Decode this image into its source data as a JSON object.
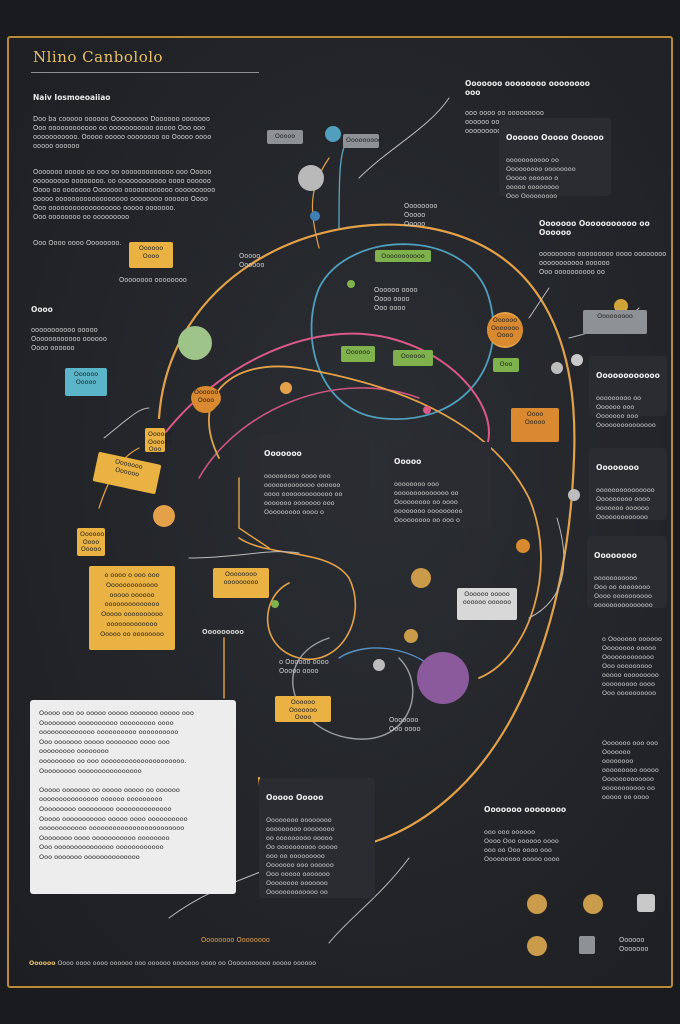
{
  "title": "Nlino Canbololo",
  "intro": {
    "heading": "Naiv Iosmoeoaiiao",
    "p1": "Doo ba cooooo oooooo Ooooooooo Doooooo ooooooo\nOoo oooooooooooo oo ooooooooooo ooooo Ooo ooo\nooooooooooo. Ooooo ooooo oooooooo oo Ooooo oooo\nooooo oooooo",
    "p2": "Ooooooo ooooo oo ooo oo ooooooooooooo ooo Ooooo\nooooooooo oooooooo. oo oooooooooooo oooo oooooo\nOooo oo ooooooo Ooooooo oooooooooooo oooooooooo\nooooo oooooooooooooooooo oooooooo oooooo Oooo\nOoo oooooooooooooooooo ooooo ooooooo.\nOoo oooooooo oo ooooooooo",
    "p3": "Ooo Oooo oooo Oooooooo."
  },
  "top_right": {
    "heading": "Ooooooo oooooooo oooooooo ooo",
    "text": "ooo oooo oo ooooooooo\noooooo ooooooooo oo oooooo\nooooooooo ooooooo ooo"
  },
  "tr_panel": {
    "heading": "Oooooo Ooooo Oooooo",
    "text": "ooooooooooo oo\nOoooooooo oooooooo\nOoooo oooooo o\nooooo oooooooo\nOoo Ooooooooo"
  },
  "right_header": {
    "heading": "Ooooooo Ooooooooooo oo Oooooo",
    "text": "ooooooooo ooooooooo oooo oooooooo\nooooooooooo oooooo\nOoo oooooooooo oo"
  },
  "panels": {
    "r1": {
      "heading": "Oooooooooooo",
      "text": "ooooooooo oo\nOooooo ooo\nOoooooo ooo\nOoooooooooooooo"
    },
    "r2": {
      "heading": "Oooooooo",
      "text": "ooooooooooooooo\nOoooooooo oooo\nooooooo oooooo\nOoooooooooooo"
    },
    "r3": {
      "heading": "Oooooooo",
      "text": "ooooooooooo\nOoo oo oooooooo\nOooo oooooooooo\nooooooooooooooo"
    },
    "r4": {
      "heading": "",
      "text": "o Ooooooo oooooo\nOooooooo ooooo\nOoooooooooooo\nOoo ooooooooo\nooooo ooooooooo\nooooooooo oooo\nOoo oooooooooo"
    },
    "r5": {
      "heading": "",
      "text": "Ooooooo ooo ooo\nOoooooo oooooooo\nooooooooo ooooo\nOoooooooooooo\nooooooooooo oo\nooooo oo oooo"
    },
    "c1": {
      "heading": "Ooooooo",
      "text": "ooooooooo oooo ooo\nooooooooooooo oooooo\noooo ooooooooooooo oo\nooooooo ooooooo ooo\nOoooooooo oooo o"
    },
    "c2": {
      "heading": "Ooooo",
      "text": "oooooooo ooo\noooooooooooooo oo\nOoooooooo oo oooo\noooooooo ooooooooo\nOoooooooo oo ooo o"
    },
    "b1": {
      "heading": "Ooooo Ooooo",
      "text": "Oooooooo oooooooo\nooooooooo oooooooo\noo ooooooooo ooooo\nOo oooooooooo ooooo\nooo oo ooooooooo\nOoooooo ooo oooooo\nOoo ooooo ooooooo\nOooooooo ooooooo\nOoooooooooooo oo"
    },
    "b2": {
      "heading": "Ooooooo oooooooo",
      "text": "ooo ooo oooooo\nOooo Ooo oooooo oooo\nooo oo Ooo oooo ooo\nOoooooooo ooooo oooo"
    }
  },
  "left_labels": {
    "a": {
      "heading": "Oooo",
      "text": "ooooooooooo ooooo\nOooooooooooo oooooo\nOooo oooooo"
    },
    "b": "Oooooooo oooooooo"
  },
  "tags": {
    "g1": "Oooooo\nOooo",
    "g2": "Oooooo\nOooo\nOoooo",
    "g3": "Ooooooo\nOooooo",
    "g4": "Oooooooo\nooooooooo",
    "g5": "Oooooo\nOoooooo\nOooo",
    "g6": "Oooooo\nOooooo\nOoo",
    "gray1": "Ooooo",
    "gray2": "Ooooooooo",
    "gray3": "Ooooooooo",
    "teal1": "Oooooo\nOoooo",
    "green1": "Ooooooooooo",
    "green2": "Oooooo",
    "green3": "Oooooo",
    "green4": "Ooo",
    "orange1": "Oooo\nOoooo",
    "orange2": "Oooooo\nOooo",
    "orange3": "Oooooo\nOoooooo\nOooo",
    "light1": "Oooooo ooooo\noooooo oooooo"
  },
  "bigbox": "o oooo o ooo ooo\nOoooooooooooo\nooooo oooooo\noooooooooooooo\nOoooo oooooooooo\nooooooooooooo\nOoooo oo oooooooo",
  "notebox": "Ooooo ooo oo ooooo ooooo ooooooo ooooo ooo\nOoooooooo oooooooooo ooooooooo oooo\noooooooooooooo oooooooooo oooooooooo\nOoo ooooooo ooooo oooooooo oooo ooo\nooooooooo oooooooo\nooooooooo oo ooo ooooooooooooooooooooo.\nOoooooooo oooooooooooooooo\n\nOoooo ooooooo oo ooooo ooooo oo oooooo\nooooooooooooooo oooooo ooooooooo\nOoooooooo ooooooooo oooooooooooooo\nOoooo ooooooooooo ooooo oooo oooooooooo\noooooooooooo oooooooooooooooooooooooo\nOooooooo oooo ooooooooooo oooooooo\nOoo ooooooooooooooo oooooooooooo\nOoo ooooooo oooooooooooooo",
  "small_labels": {
    "s1": "Ooooo\nOooooo",
    "s2": "Oooooooo\nOoooo\nOoooo",
    "s3": "Oooooo oooo\nOooo oooo\nOoo oooo",
    "s4": "Ooooooooo",
    "s5": "o Oooooo oooo\nOoooo oooo",
    "s6": "Ooooooo\nOoo oooo",
    "s7": "Oooooo oooooo",
    "s8": "Oooooo\nOoooooo"
  },
  "footer": {
    "brand": "Oooooo",
    "text": "Oooo oooo oooo oooooo ooo oooooo ooooooo oooo oo Ooooooooooo ooooo oooooo"
  },
  "bottom_gold": "Oooooooo Oooooooo",
  "colors": {
    "frame": "#b9893a",
    "gold": "#e9b243",
    "pink": "#d95a86",
    "teal": "#5aa7c4",
    "orange": "#e3a24a",
    "purple": "#8a5a9c"
  }
}
